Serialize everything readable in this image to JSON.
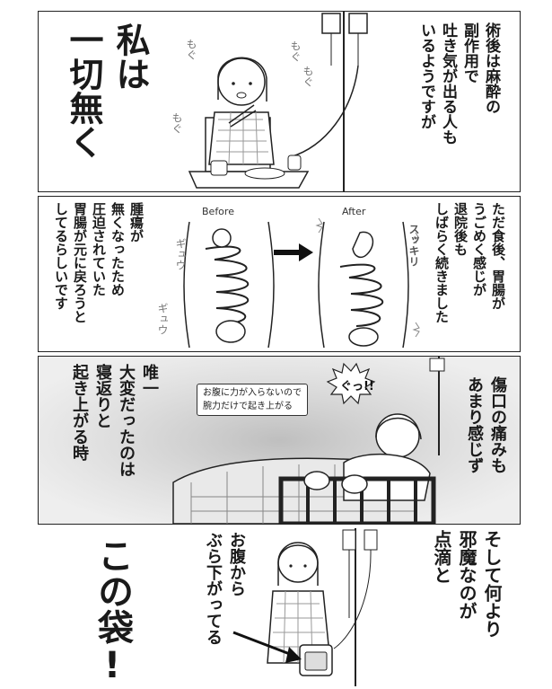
{
  "panel1": {
    "right_text": "術後は麻酔の\n副作用で\n吐き気が出る人も\nいるようですが",
    "big_text": "私は\n一切無く",
    "sfx": [
      "もぐ",
      "もぐ",
      "もぐ",
      "もぐ"
    ]
  },
  "panel2": {
    "label_before": "Before",
    "label_after": "After",
    "right_text": "ただ食後、胃腸が\nうごめく感じが\n退院後も\nしばらく続きました",
    "left_text": "腫瘍が\n無くなったため\n圧迫されていた\n胃腸が元に戻ろうと\nしてるらしいです",
    "sfx_left": [
      "ギュウ",
      "ギュウ"
    ],
    "sfx_right": "スッキリ"
  },
  "panel3": {
    "right_text": "傷口の痛みも\nあまり感じず",
    "left_text": "唯一\n大変だったのは\n寝返りと\n起き上がる時",
    "note": "お腹に力が入らないので\n腕力だけで起き上がる",
    "shout": "ぐっ!!"
  },
  "panel4": {
    "right_text": "そして何より\n邪魔なのが\n点滴と",
    "mid_text": "お腹から\nぶら下がってる",
    "big_text": "この袋!"
  }
}
